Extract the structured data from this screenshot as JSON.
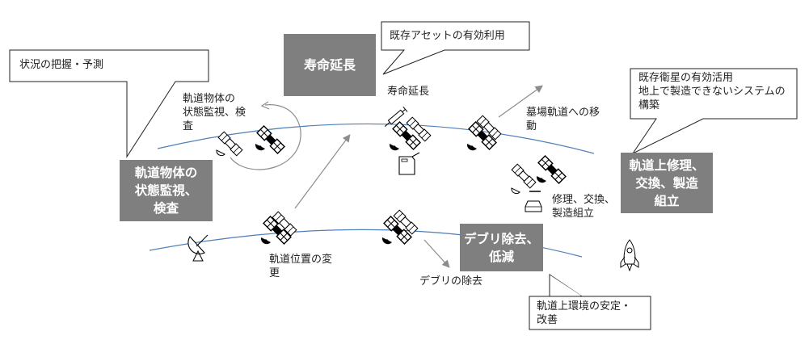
{
  "diagram": {
    "title": "軌道上サービスの概念図",
    "callouts": [
      {
        "id": "situational",
        "text": "状況の把握・予測"
      },
      {
        "id": "asset",
        "text": "既存アセットの有効利用"
      },
      {
        "id": "satellite-use",
        "text": "既存衛星の有効活用\n地上で製造できないシステムの\n構築"
      },
      {
        "id": "environment",
        "text": "軌道上環境の安定・\n改善"
      }
    ],
    "category_boxes": [
      {
        "id": "inspection",
        "text": "軌道物体の\n状態監視、\n検査"
      },
      {
        "id": "life-extension",
        "text": "寿命延長"
      },
      {
        "id": "repair",
        "text": "軌道上修理、\n交換、製造\n組立"
      },
      {
        "id": "debris",
        "text": "デブリ除去、\n低減"
      }
    ],
    "activity_labels": [
      {
        "id": "inspection",
        "text": "軌道物体の\n状態監視、検\n査"
      },
      {
        "id": "life-extension",
        "text": "寿命延長"
      },
      {
        "id": "graveyard",
        "text": "墓場軌道への移\n動"
      },
      {
        "id": "repair",
        "text": "修理、交換、\n製造組立"
      },
      {
        "id": "relocation",
        "text": "軌道位置の変\n更"
      },
      {
        "id": "debris-removal",
        "text": "デブリの除去"
      }
    ],
    "icons": [
      "satellite-icon",
      "satellite-dish-icon",
      "syringe-icon",
      "fuel-can-icon",
      "wrench-icon",
      "car-icon",
      "rocket-icon",
      "circular-arrow-icon"
    ],
    "colors": {
      "orbit": "#4f7fb8",
      "arrow": "#8c8c8c",
      "box": "#7f7f7f",
      "box_text": "#ffffff",
      "callout_border": "#222222"
    }
  }
}
